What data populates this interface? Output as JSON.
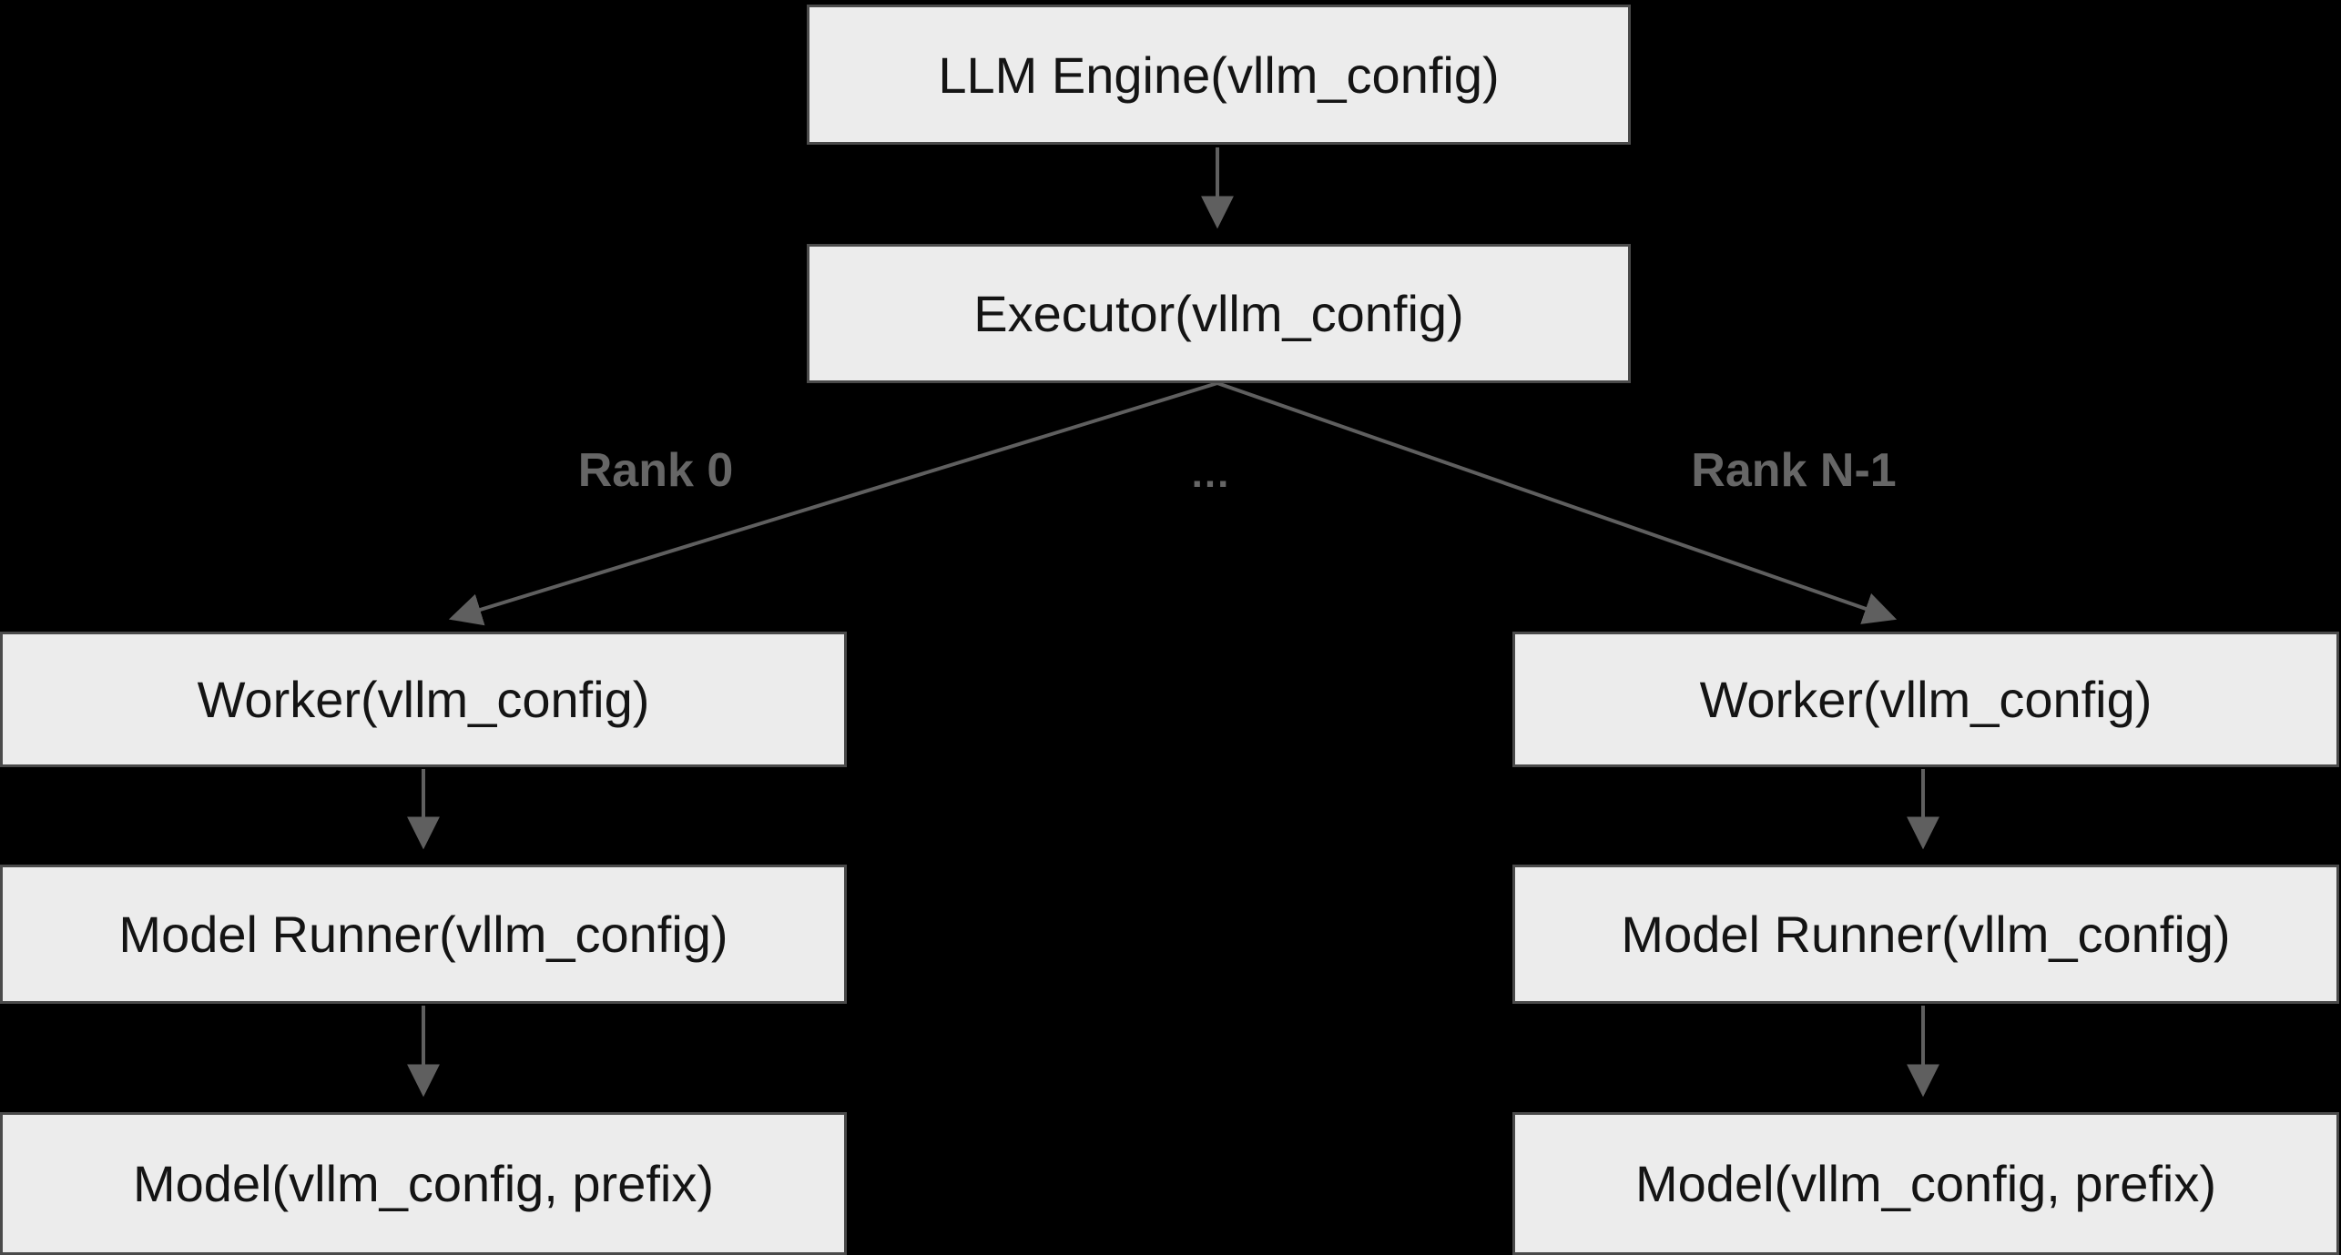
{
  "diagram": {
    "type": "flowchart-tree",
    "colors": {
      "background": "#000000",
      "node_fill": "#ececec",
      "node_border": "#4a4a4a",
      "node_text": "#141414",
      "edge_color": "#5f5f5f",
      "label_color": "#666666"
    },
    "nodes": {
      "llm_engine": {
        "label": "LLM Engine(vllm_config)"
      },
      "executor": {
        "label": "Executor(vllm_config)"
      },
      "worker_left": {
        "label": "Worker(vllm_config)"
      },
      "worker_right": {
        "label": "Worker(vllm_config)"
      },
      "model_runner_left": {
        "label": "Model Runner(vllm_config)"
      },
      "model_runner_right": {
        "label": "Model Runner(vllm_config)"
      },
      "model_left": {
        "label": "Model(vllm_config, prefix)"
      },
      "model_right": {
        "label": "Model(vllm_config, prefix)"
      }
    },
    "edge_labels": {
      "rank0": "Rank 0",
      "ellipsis": "...",
      "rank_n_minus_1": "Rank N-1"
    },
    "edges": [
      {
        "from": "llm_engine",
        "to": "executor"
      },
      {
        "from": "executor",
        "to": "worker_left",
        "label": "Rank 0"
      },
      {
        "from": "executor",
        "to": "worker_right",
        "label": "Rank N-1"
      },
      {
        "from": "worker_left",
        "to": "model_runner_left"
      },
      {
        "from": "worker_right",
        "to": "model_runner_right"
      },
      {
        "from": "model_runner_left",
        "to": "model_left"
      },
      {
        "from": "model_runner_right",
        "to": "model_right"
      }
    ]
  }
}
